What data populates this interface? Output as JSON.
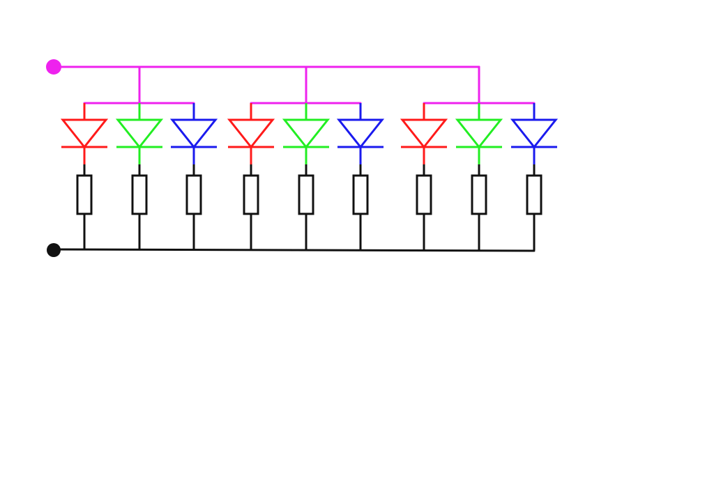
{
  "diagram": {
    "type": "circuit-schematic",
    "colors": {
      "background": "#ffffff",
      "positive_rail": "#ee22ee",
      "negative_rail": "#111111",
      "red_led": "#ff1a1a",
      "green_led": "#22ee22",
      "blue_led": "#1a1aee",
      "resistor": "#111111"
    },
    "terminals": [
      {
        "name": "positive-terminal",
        "color": "#ee22ee"
      },
      {
        "name": "negative-terminal",
        "color": "#111111"
      }
    ],
    "groups": [
      {
        "name": "rgb-group-1",
        "leds": [
          "red",
          "green",
          "blue"
        ],
        "resistors_per_led": 1
      },
      {
        "name": "rgb-group-2",
        "leds": [
          "red",
          "green",
          "blue"
        ],
        "resistors_per_led": 1
      },
      {
        "name": "rgb-group-3",
        "leds": [
          "red",
          "green",
          "blue"
        ],
        "resistors_per_led": 1
      }
    ],
    "component_counts": {
      "leds": 9,
      "resistors": 9
    }
  }
}
